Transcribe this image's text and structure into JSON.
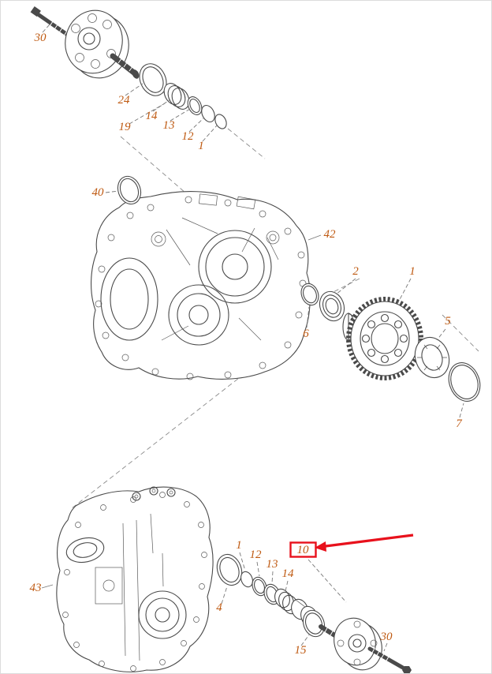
{
  "figure": {
    "type": "exploded-parts-diagram",
    "subject": "gearbox-differential-assembly",
    "callout_color": "#bf5a12",
    "highlight_color": "#e8111c",
    "highlighted_label": "10",
    "callouts": [
      {
        "id": "c-30-top",
        "label": "30"
      },
      {
        "id": "c-24",
        "label": "24"
      },
      {
        "id": "c-14-top",
        "label": "14"
      },
      {
        "id": "c-19",
        "label": "19"
      },
      {
        "id": "c-13-top",
        "label": "13"
      },
      {
        "id": "c-12-top",
        "label": "12"
      },
      {
        "id": "c-1-top",
        "label": "1"
      },
      {
        "id": "c-40",
        "label": "40"
      },
      {
        "id": "c-42",
        "label": "42"
      },
      {
        "id": "c-2",
        "label": "2"
      },
      {
        "id": "c-1-diff",
        "label": "1"
      },
      {
        "id": "c-6",
        "label": "6"
      },
      {
        "id": "c-5",
        "label": "5"
      },
      {
        "id": "c-7",
        "label": "7"
      },
      {
        "id": "c-43",
        "label": "43"
      },
      {
        "id": "c-1-bottom",
        "label": "1"
      },
      {
        "id": "c-12-bottom",
        "label": "12"
      },
      {
        "id": "c-13-bottom",
        "label": "13"
      },
      {
        "id": "c-14-bottom",
        "label": "14"
      },
      {
        "id": "c-10",
        "label": "10",
        "highlighted": true
      },
      {
        "id": "c-4",
        "label": "4"
      },
      {
        "id": "c-15",
        "label": "15"
      },
      {
        "id": "c-30-bottom",
        "label": "30"
      }
    ]
  }
}
